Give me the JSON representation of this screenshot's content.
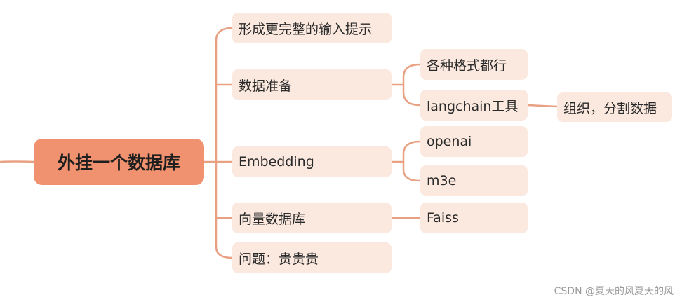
{
  "mindmap": {
    "root": "外挂一个数据库",
    "branches": [
      {
        "label": "形成更完整的输入提示"
      },
      {
        "label": "数据准备",
        "children": [
          {
            "label": "各种格式都行"
          },
          {
            "label": "langchain工具",
            "children": [
              {
                "label": "组织，分割数据"
              }
            ]
          }
        ]
      },
      {
        "label": "Embedding",
        "children": [
          {
            "label": "openai"
          },
          {
            "label": "m3e"
          }
        ]
      },
      {
        "label": "向量数据库",
        "children": [
          {
            "label": "Faiss"
          }
        ]
      },
      {
        "label": "问题：贵贵贵"
      }
    ]
  },
  "colors": {
    "root_fill": "#f0926f",
    "node_fill": "#fbe9df",
    "connector": "#e9a184"
  },
  "watermark": "CSDN @夏天的风夏天的风"
}
